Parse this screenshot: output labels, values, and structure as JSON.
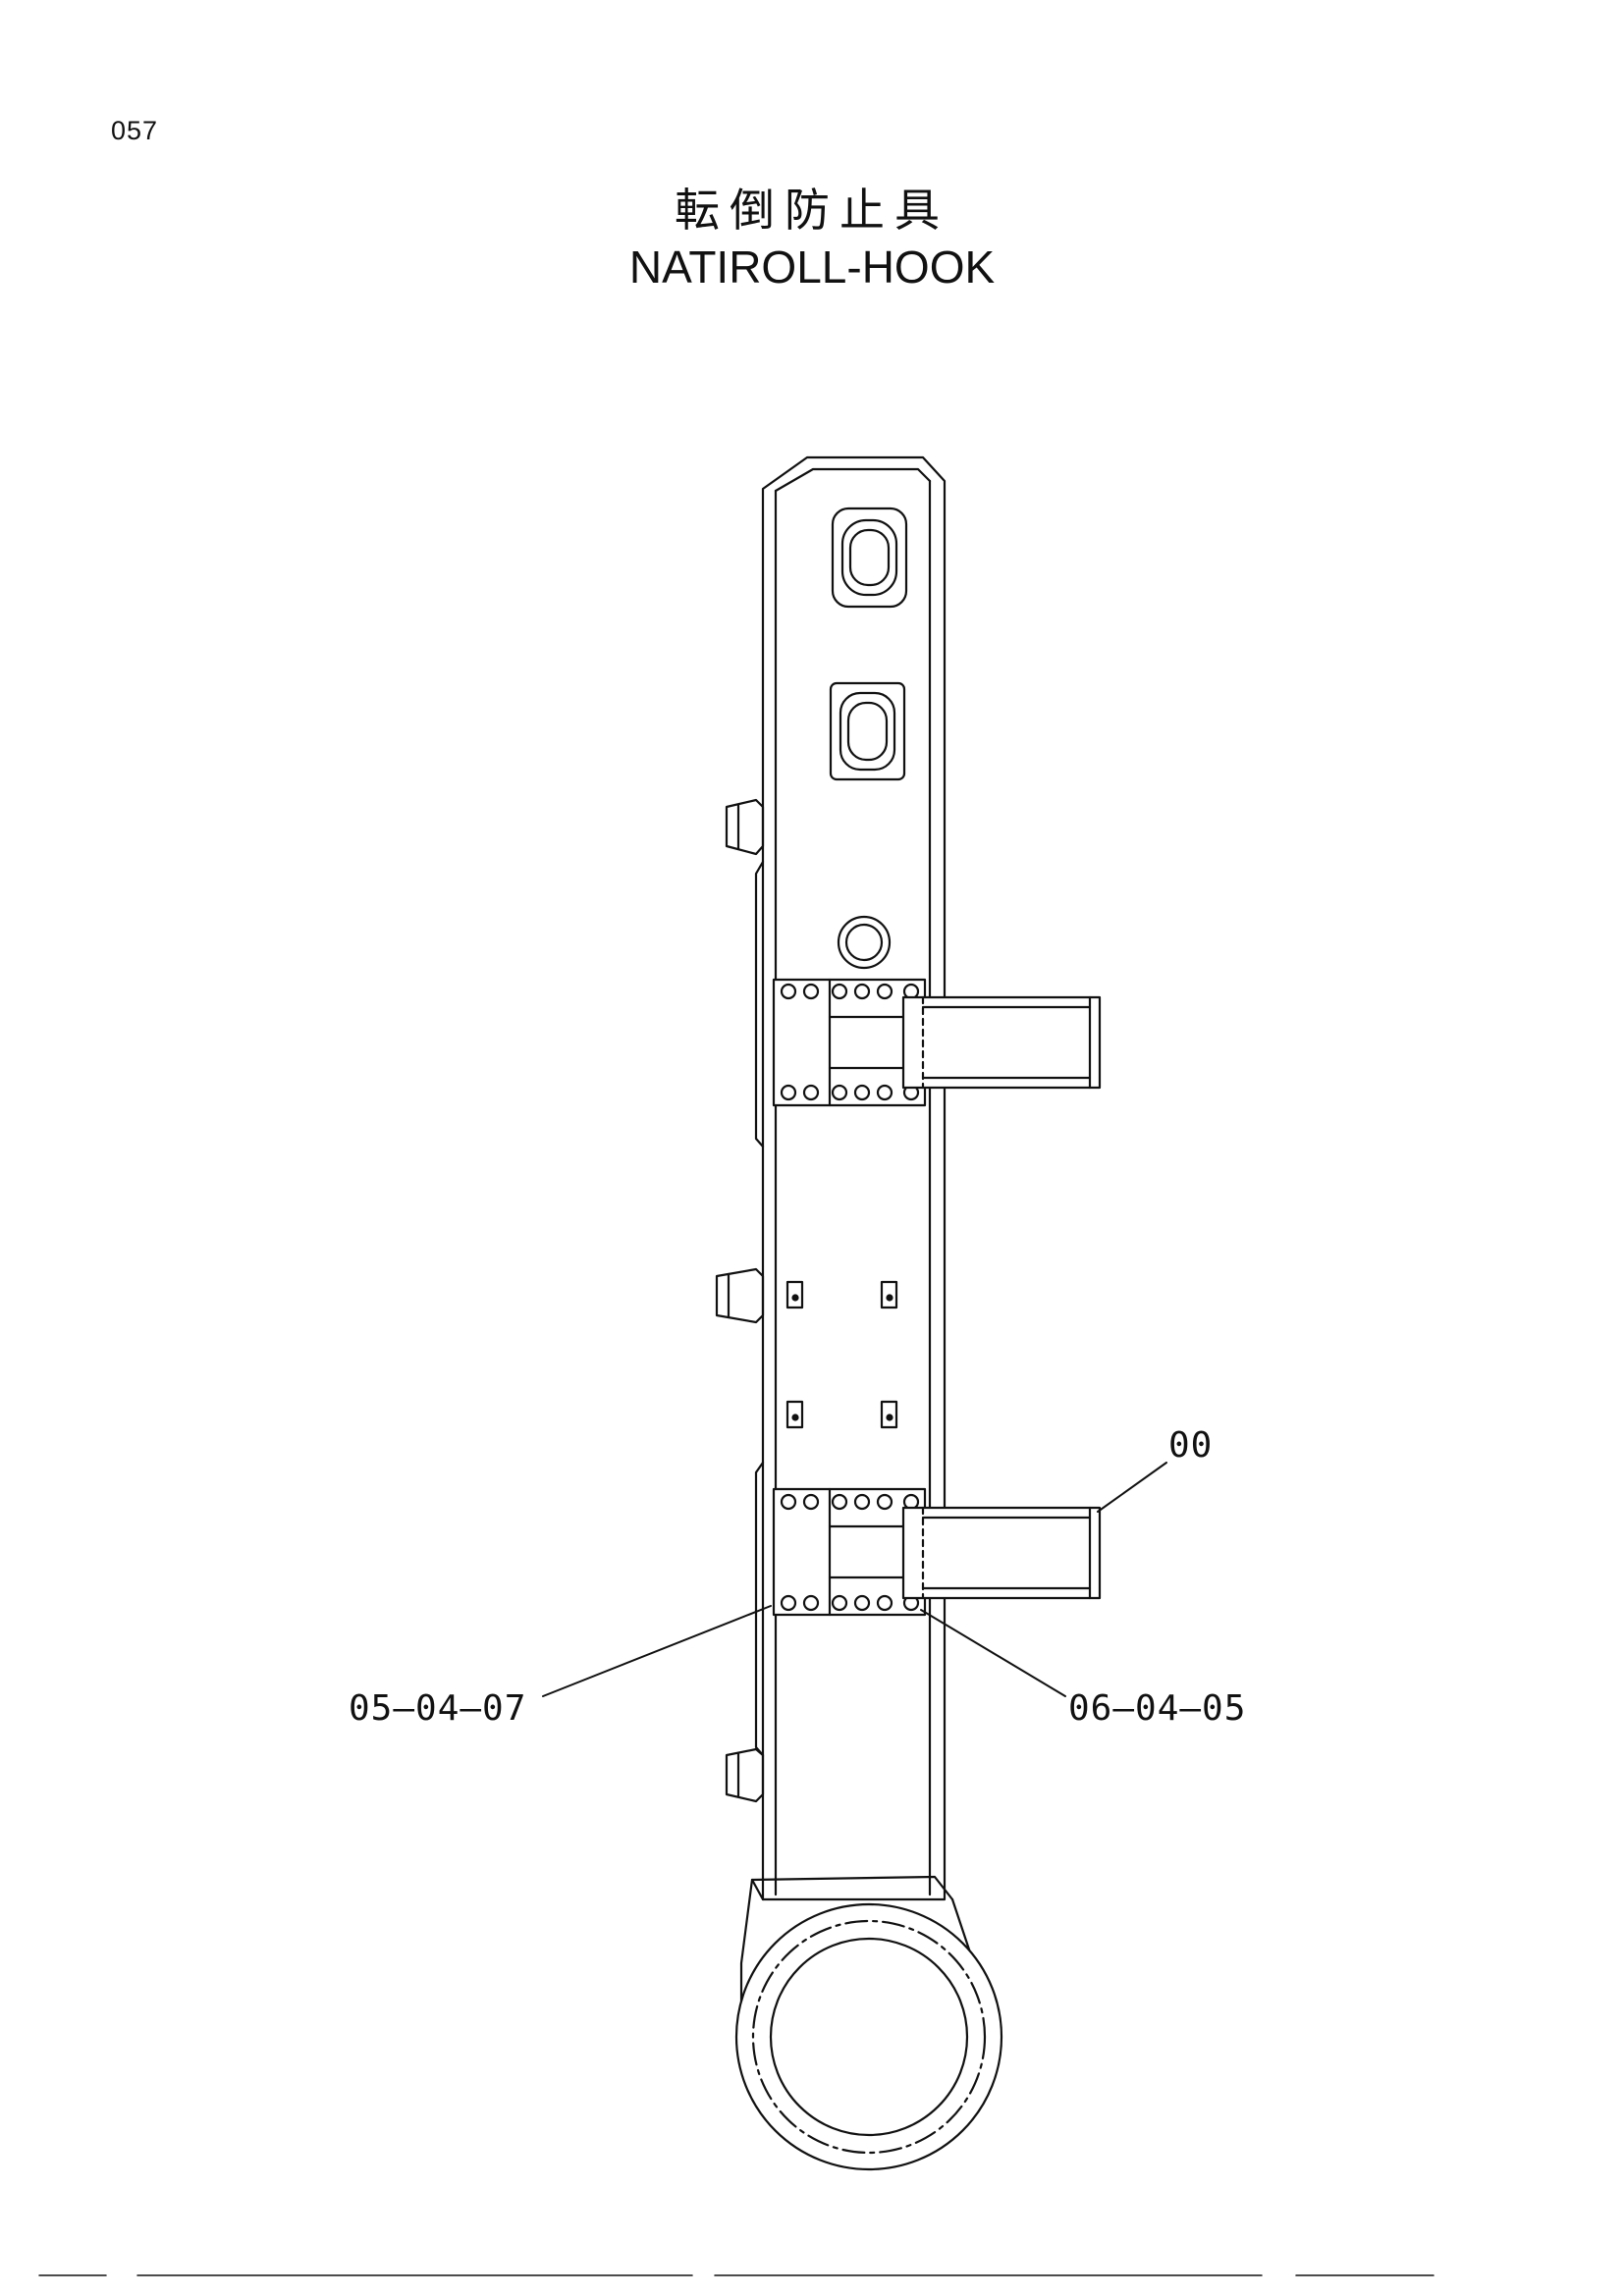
{
  "page": {
    "number": "057",
    "title_jp": "転倒防止具",
    "title_en": "NATIROLL-HOOK"
  },
  "callouts": {
    "assembly": "00",
    "bolt_left": "05—04—07",
    "bolt_right": "06—04—05"
  },
  "colors": {
    "line": "#111111",
    "paper": "#ffffff"
  }
}
